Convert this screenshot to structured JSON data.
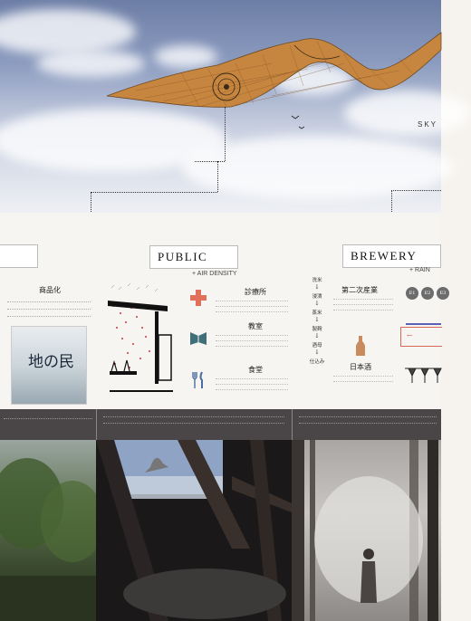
{
  "sky": {
    "label": "SKY"
  },
  "panels": {
    "left": {
      "heading": "商品化"
    },
    "public": {
      "title": "PUBLIC",
      "subtitle": "+ AIR DENSITY",
      "items": [
        {
          "heading": "診療所",
          "icon": "plus-cross-icon",
          "color": "#e0705a"
        },
        {
          "heading": "教室",
          "icon": "open-book-icon",
          "color": "#3f6f78"
        },
        {
          "heading": "食堂",
          "icon": "fork-knife-icon",
          "color": "#4a6da0"
        }
      ]
    },
    "brewery": {
      "title": "BREWERY",
      "subtitle": "+ RAIN",
      "flow": [
        "洗米",
        "浸漬",
        "蒸米",
        "製麹",
        "酒母",
        "仕込み"
      ],
      "industry_heading": "第二次産業",
      "sake_heading": "日本酒",
      "circles": [
        "E1",
        "E2",
        "E3"
      ],
      "circle_color": "#6c6c6c",
      "accent_color": "#5a62b8"
    }
  },
  "product": {
    "title": "地の民"
  },
  "colors": {
    "airship": "#c7863f",
    "strip": "#4a4546",
    "dotted_line": "#333333"
  }
}
